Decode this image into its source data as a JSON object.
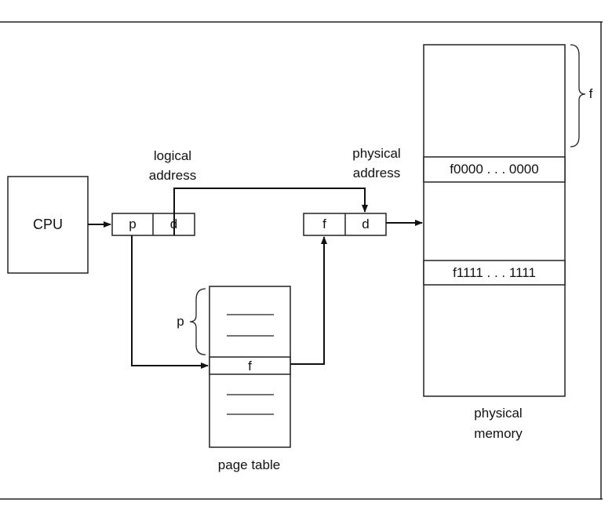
{
  "cpu": {
    "label": "CPU"
  },
  "logical_address": {
    "caption_line1": "logical",
    "caption_line2": "address",
    "page_field": "p",
    "offset_field": "d"
  },
  "physical_address": {
    "caption_line1": "physical",
    "caption_line2": "address",
    "frame_field": "f",
    "offset_field": "d"
  },
  "page_table": {
    "caption": "page table",
    "entry_label": "f",
    "brace_label": "p"
  },
  "physical_memory": {
    "caption_line1": "physical",
    "caption_line2": "memory",
    "frame_start": "f0000 . . . 0000",
    "frame_end": "f1111 . . . 1111",
    "brace_label": "f"
  }
}
